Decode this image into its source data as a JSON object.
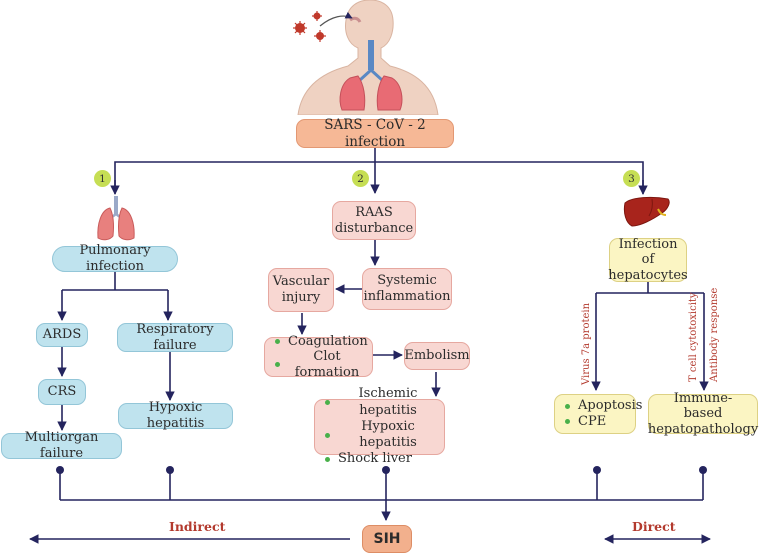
{
  "top": {
    "infection": "SARS - CoV - 2 infection"
  },
  "paths": [
    {
      "number": "1"
    },
    {
      "number": "2"
    },
    {
      "number": "3"
    }
  ],
  "path1": {
    "pulmonary": "Pulmonary infection",
    "ards": "ARDS",
    "crs": "CRS",
    "multiorgan": "Multiorgan failure",
    "respiratory": "Respiratory failure",
    "hypoxic": "Hypoxic hepatitis"
  },
  "path2": {
    "raas_line1": "RAAS",
    "raas_line2": "disturbance",
    "systemic_line1": "Systemic",
    "systemic_line2": "inflammation",
    "vascular_line1": "Vascular",
    "vascular_line2": "injury",
    "coag_items": [
      "Coagulation",
      "Clot formation"
    ],
    "embolism": "Embolism",
    "outcome_items": [
      "Ischemic hepatitis",
      "Hypoxic hepatitis",
      "Shock liver"
    ]
  },
  "path3": {
    "hep_line1": "Infection of",
    "hep_line2": "hepatocytes",
    "virus_label": "Virus 7a protein",
    "tcell_label": "T cell cytotoxicity",
    "antibody_label": "Antibody response",
    "apoptosis_items": [
      "Apoptosis",
      "CPE"
    ],
    "immune_line1": "Immune-based",
    "immune_line2": "hepatopathology"
  },
  "bottom": {
    "indirect": "Indirect",
    "direct": "Direct",
    "sih": "SIH"
  },
  "colors": {
    "line": "#24245e",
    "accent_text": "#b33a2e",
    "bullet": "#49b04a"
  }
}
